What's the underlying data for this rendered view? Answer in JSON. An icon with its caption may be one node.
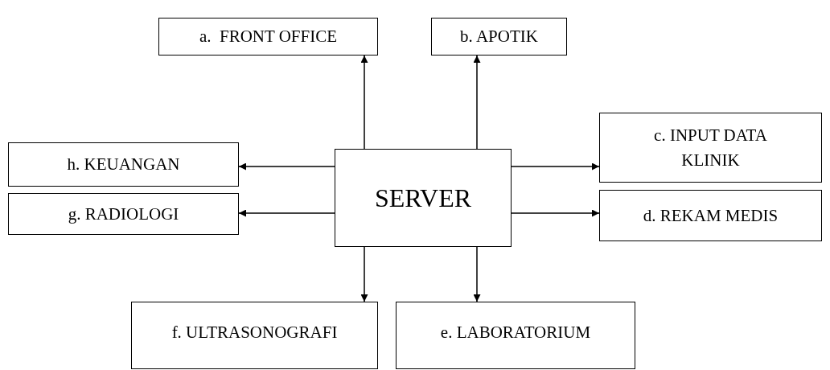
{
  "diagram": {
    "nodes": [
      {
        "text": [
          "a.  FRONT OFFICE"
        ]
      },
      {
        "text": [
          "b. APOTIK"
        ]
      },
      {
        "text": [
          "c. INPUT DATA KLINIK"
        ]
      },
      {
        "text": [
          "h. KEUANGAN"
        ]
      },
      {
        "text": [
          "SERVER"
        ]
      },
      {
        "text": [
          "g. RADIOLOGI"
        ]
      },
      {
        "text": [
          "d. REKAM MEDIS"
        ]
      },
      {
        "text": [
          "f. ULTRASONOGRAFI"
        ]
      },
      {
        "text": [
          "e. LABORATORIUM"
        ]
      }
    ],
    "edges": [
      {
        "from": 4,
        "to": 0,
        "arrow": "to"
      },
      {
        "from": 4,
        "to": 1,
        "arrow": "to"
      },
      {
        "from": 4,
        "to": 2,
        "arrow": "to"
      },
      {
        "from": 4,
        "to": 6,
        "arrow": "to"
      },
      {
        "from": 4,
        "to": 8,
        "arrow": "to"
      },
      {
        "from": 4,
        "to": 7,
        "arrow": "to"
      },
      {
        "from": 4,
        "to": 5,
        "arrow": "to"
      },
      {
        "from": 4,
        "to": 3,
        "arrow": "to"
      }
    ]
  }
}
